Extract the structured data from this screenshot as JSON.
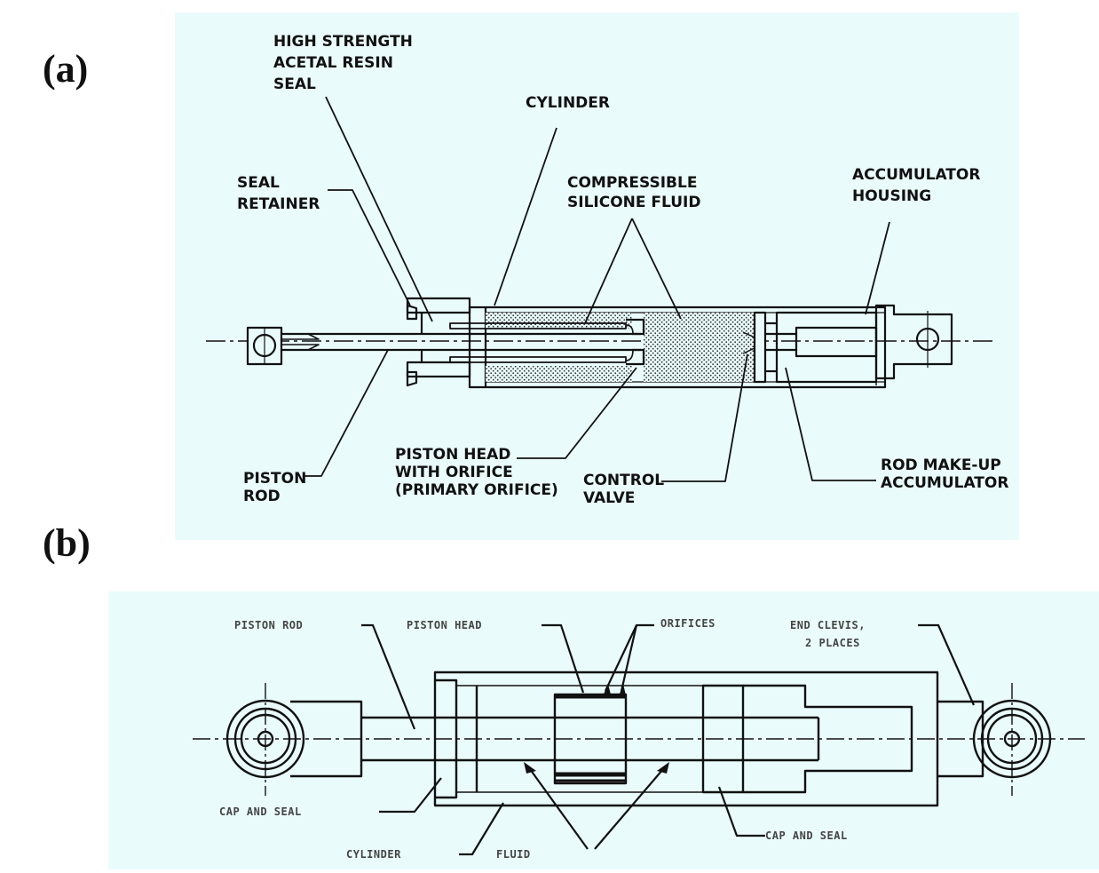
{
  "panels": {
    "a": {
      "label": "(a)",
      "background": "#eafbfb"
    },
    "b": {
      "label": "(b)",
      "background": "#eafbfb"
    }
  },
  "diagram_a": {
    "labels": {
      "seal_1": "HIGH STRENGTH",
      "seal_2": "ACETAL RESIN",
      "seal_3": "SEAL",
      "cylinder": "CYLINDER",
      "retainer_1": "SEAL",
      "retainer_2": "RETAINER",
      "fluid_1": "COMPRESSIBLE",
      "fluid_2": "SILICONE FLUID",
      "accum_1": "ACCUMULATOR",
      "accum_2": "HOUSING",
      "rod_1": "PISTON",
      "rod_2": "ROD",
      "head_1": "PISTON HEAD",
      "head_2": "WITH ORIFICE",
      "head_3": "(PRIMARY ORIFICE)",
      "valve_1": "CONTROL",
      "valve_2": "VALVE",
      "makeup_1": "ROD MAKE-UP",
      "makeup_2": "ACCUMULATOR"
    }
  },
  "diagram_b": {
    "labels": {
      "piston_rod": "PISTON ROD",
      "piston_head": "PISTON HEAD",
      "orifices": "ORIFICES",
      "clevis_1": "END CLEVIS,",
      "clevis_2": "2 PLACES",
      "cap_seal_left": "CAP AND SEAL",
      "cap_seal_right": "CAP AND SEAL",
      "cylinder": "CYLINDER",
      "fluid": "FLUID"
    }
  }
}
